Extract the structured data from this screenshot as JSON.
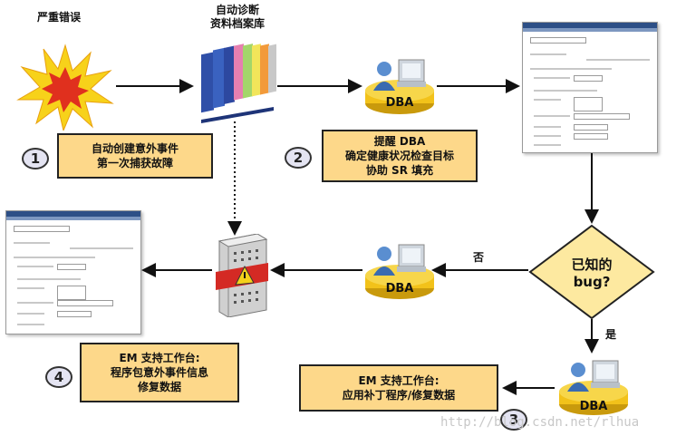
{
  "labels": {
    "critical_error": "严重错误",
    "repository_line1": "自动诊断",
    "repository_line2": "资料档案库",
    "dba": "DBA",
    "no": "否",
    "yes": "是",
    "decision_line1": "已知的",
    "decision_line2": "bug?"
  },
  "steps": {
    "step1": {
      "number": "1",
      "line1": "自动创建意外事件",
      "line2": "第一次捕获故障"
    },
    "step2": {
      "number": "2",
      "line1": "提醒 DBA",
      "line2": "确定健康状况检查目标",
      "line3": "协助 SR 填充"
    },
    "step3": {
      "number": "3",
      "line1": "EM 支持工作台:",
      "line2": "应用补丁程序/修复数据"
    },
    "step4": {
      "number": "4",
      "line1": "EM 支持工作台:",
      "line2": "程序包意外事件信息",
      "line3": "修复数据"
    }
  },
  "watermark": "http://blog.csdn.net/rlhua",
  "colors": {
    "box_fill": "#fdd88a",
    "step_circle": "#e4e4f2",
    "db_disk": "#f2c21a",
    "decision_fill": "#fde9a0",
    "burst_outer": "#f7d21a",
    "burst_inner": "#e0301e"
  },
  "icons": [
    "explosion-icon",
    "books-icon",
    "dba-database-icon",
    "screenshot-icon",
    "server-warning-icon"
  ]
}
